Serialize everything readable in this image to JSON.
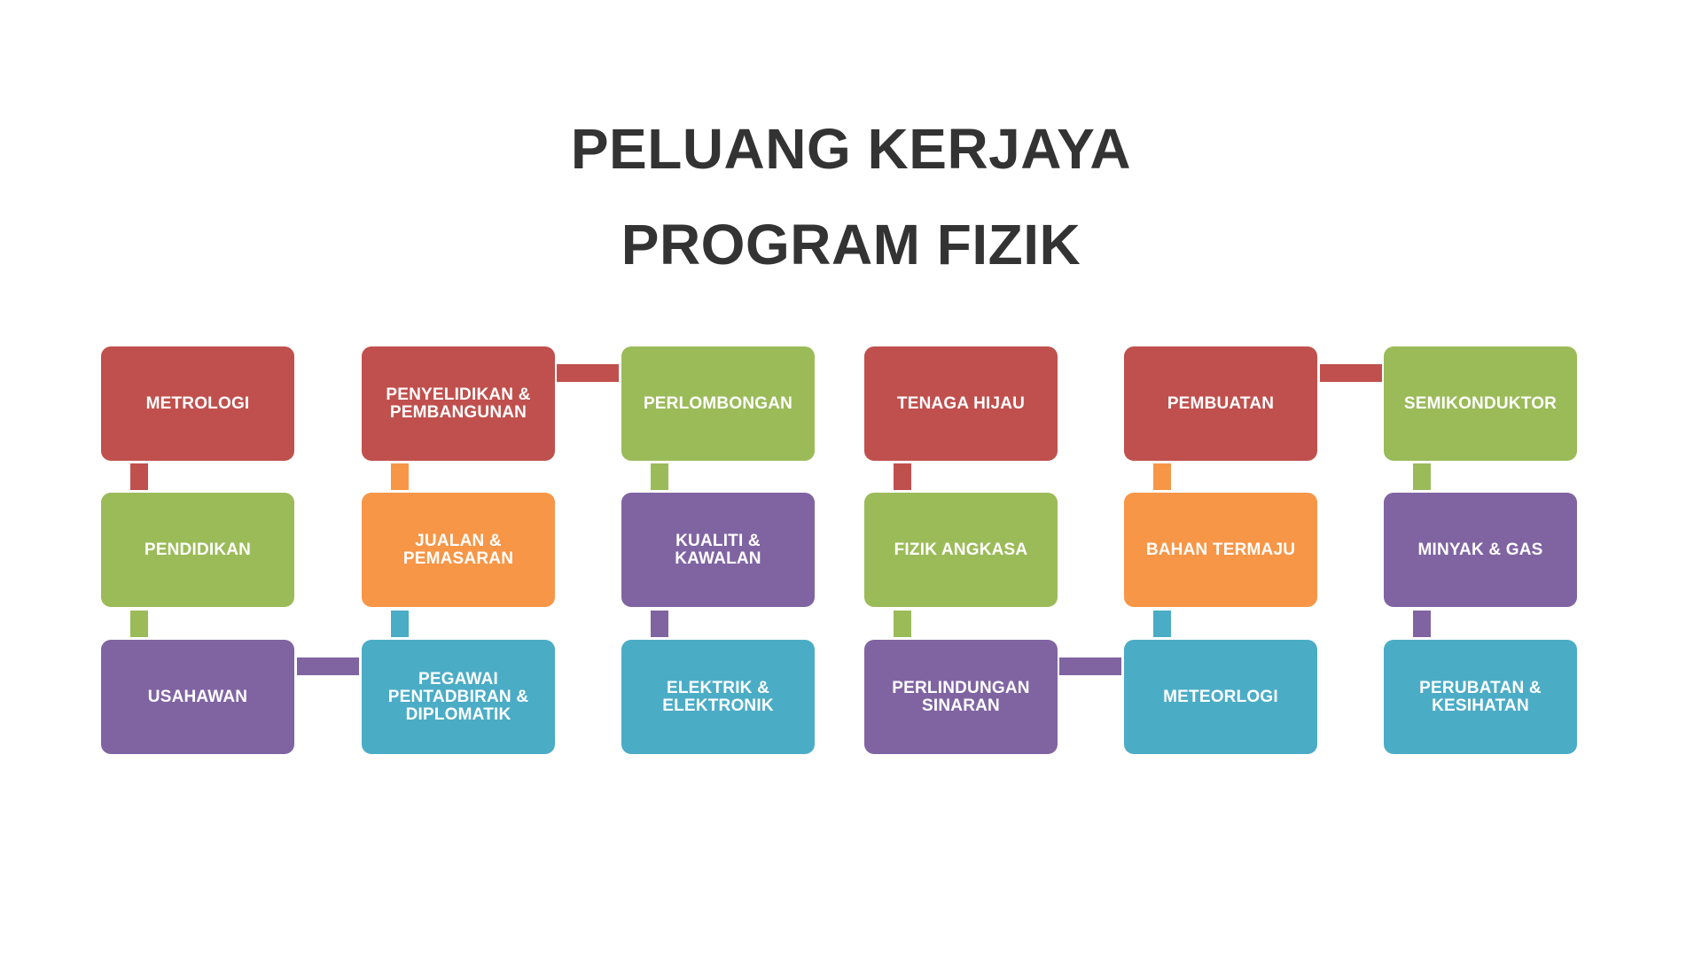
{
  "title": {
    "line1": "PELUANG KERJAYA",
    "line2": "PROGRAM FIZIK",
    "color": "#333333"
  },
  "colors": {
    "red": "#C0504D",
    "green": "#9BBB59",
    "purple": "#8064A2",
    "orange": "#F79646",
    "teal": "#4BACC6"
  },
  "columns": [
    {
      "boxes": [
        {
          "label": "METROLOGI",
          "color": "red"
        },
        {
          "label": "PENDIDIKAN",
          "color": "green"
        },
        {
          "label": "USAHAWAN",
          "color": "purple"
        }
      ]
    },
    {
      "boxes": [
        {
          "label": "PENYELIDIKAN &\nPEMBANGUNAN",
          "color": "red"
        },
        {
          "label": "JUALAN &\nPEMASARAN",
          "color": "orange"
        },
        {
          "label": "PEGAWAI\nPENTADBIRAN &\nDIPLOMATIK",
          "color": "teal"
        }
      ]
    },
    {
      "boxes": [
        {
          "label": "PERLOMBONGAN",
          "color": "green"
        },
        {
          "label": "KUALITI &\nKAWALAN",
          "color": "purple"
        },
        {
          "label": "ELEKTRIK &\nELEKTRONIK",
          "color": "teal"
        }
      ]
    },
    {
      "boxes": [
        {
          "label": "TENAGA HIJAU",
          "color": "red"
        },
        {
          "label": "FIZIK ANGKASA",
          "color": "green"
        },
        {
          "label": "PERLINDUNGAN\nSINARAN",
          "color": "purple"
        }
      ]
    },
    {
      "boxes": [
        {
          "label": "PEMBUATAN",
          "color": "red"
        },
        {
          "label": "BAHAN TERMAJU",
          "color": "orange"
        },
        {
          "label": "METEORLOGI",
          "color": "teal"
        }
      ]
    },
    {
      "boxes": [
        {
          "label": "SEMIKONDUKTOR",
          "color": "green"
        },
        {
          "label": "MINYAK & GAS",
          "color": "purple"
        },
        {
          "label": "PERUBATAN &\nKESIHATAN",
          "color": "teal"
        }
      ]
    }
  ],
  "connectors": {
    "vertical_row1_row2": [
      "red",
      "orange",
      "green",
      "red",
      "orange",
      "green"
    ],
    "vertical_row2_row3": [
      "green",
      "teal",
      "purple",
      "green",
      "teal",
      "purple"
    ],
    "horizontal": [
      {
        "from": "PENYELIDIKAN & PEMBANGUNAN",
        "to": "PERLOMBONGAN",
        "color": "red"
      },
      {
        "from": "PEMBUATAN",
        "to": "SEMIKONDUKTOR",
        "color": "red"
      },
      {
        "from": "USAHAWAN",
        "to": "PEGAWAI PENTADBIRAN & DIPLOMATIK",
        "color": "purple"
      },
      {
        "from": "PERLINDUNGAN SINARAN",
        "to": "METEORLOGI",
        "color": "purple"
      }
    ]
  }
}
